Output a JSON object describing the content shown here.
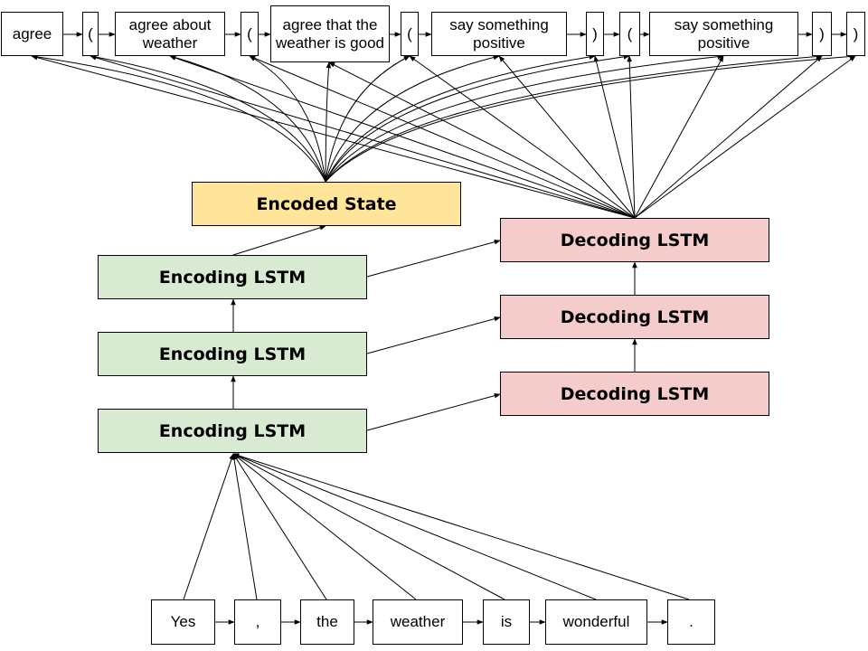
{
  "output_tokens": [
    {
      "id": "out0",
      "label": "agree"
    },
    {
      "id": "out1",
      "label": "("
    },
    {
      "id": "out2",
      "label": "agree about weather"
    },
    {
      "id": "out3",
      "label": "("
    },
    {
      "id": "out4",
      "label": "agree that the weather is good"
    },
    {
      "id": "out5",
      "label": "("
    },
    {
      "id": "out6",
      "label": "say something positive"
    },
    {
      "id": "out7",
      "label": ")"
    },
    {
      "id": "out8",
      "label": "("
    },
    {
      "id": "out9",
      "label": "say something positive"
    },
    {
      "id": "out10",
      "label": ")"
    },
    {
      "id": "out11",
      "label": ")"
    }
  ],
  "encoded_state": {
    "label": "Encoded State"
  },
  "encoding_lstms": [
    {
      "id": "enc0",
      "label": "Encoding LSTM"
    },
    {
      "id": "enc1",
      "label": "Encoding LSTM"
    },
    {
      "id": "enc2",
      "label": "Encoding LSTM"
    }
  ],
  "decoding_lstms": [
    {
      "id": "dec0",
      "label": "Decoding LSTM"
    },
    {
      "id": "dec1",
      "label": "Decoding LSTM"
    },
    {
      "id": "dec2",
      "label": "Decoding LSTM"
    }
  ],
  "input_tokens": [
    {
      "id": "in0",
      "label": "Yes"
    },
    {
      "id": "in1",
      "label": ","
    },
    {
      "id": "in2",
      "label": "the"
    },
    {
      "id": "in3",
      "label": "weather"
    },
    {
      "id": "in4",
      "label": "is"
    },
    {
      "id": "in5",
      "label": "wonderful"
    },
    {
      "id": "in6",
      "label": "."
    }
  ],
  "colors": {
    "encoding": "#d9ead3",
    "decoding": "#f4cccc",
    "state": "#ffe599",
    "line": "#000000"
  }
}
